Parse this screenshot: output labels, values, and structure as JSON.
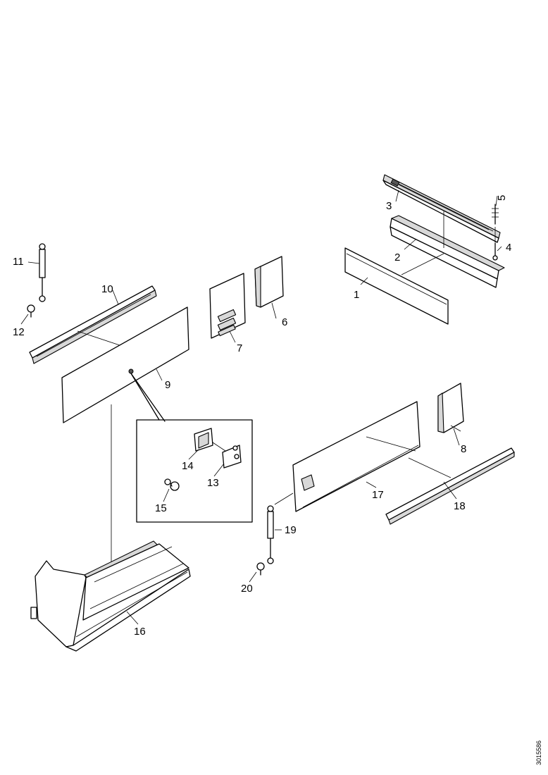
{
  "callouts": {
    "c1": "1",
    "c2": "2",
    "c3": "3",
    "c4": "4",
    "c5": "5",
    "c6": "6",
    "c7": "7",
    "c8": "8",
    "c9": "9",
    "c10": "10",
    "c11": "11",
    "c12": "12",
    "c13": "13",
    "c14": "14",
    "c15": "15",
    "c16": "16",
    "c17": "17",
    "c18": "18",
    "c19": "19",
    "c20": "20"
  },
  "document_id": "3015586"
}
